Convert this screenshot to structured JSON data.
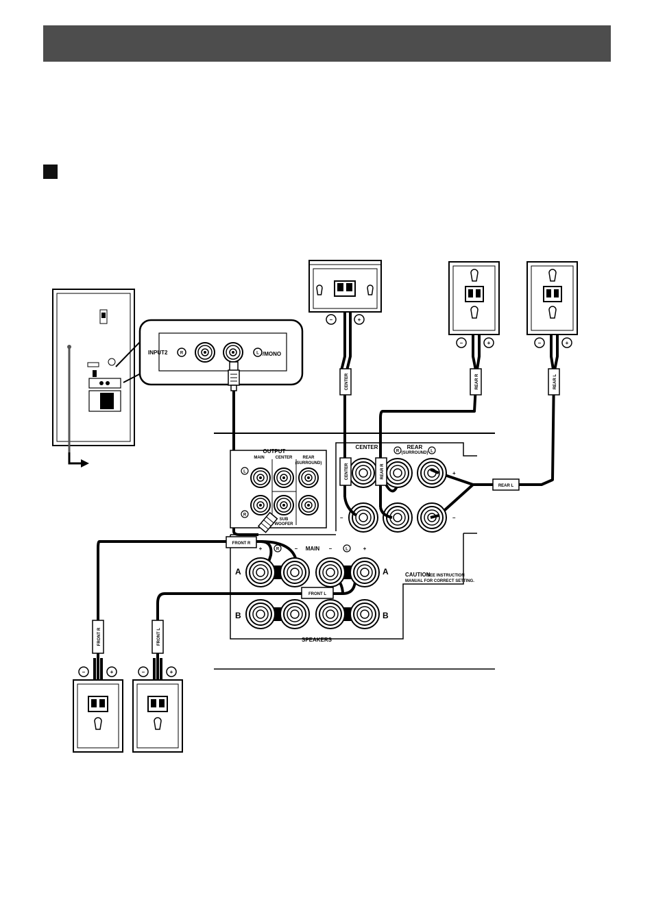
{
  "labels": {
    "input2": "INPUT2",
    "r": "R",
    "l": "L",
    "mono": "/MONO",
    "output": "OUTPUT",
    "main": "MAIN",
    "center": "CENTER",
    "rear": "REAR",
    "surround": "(SURROUND)",
    "sub": "SUB",
    "woofer": "WOOFER",
    "speakers": "SPEAKERS",
    "a": "A",
    "b": "B",
    "plus": "+",
    "minus": "–",
    "caution": "CAUTION",
    "caution_note_1": "SEE INSTRUCTION",
    "caution_note_2": "MANUAL FOR CORRECT SETTING."
  },
  "cable_tags": {
    "center": "CENTER",
    "rear_r": "REAR R",
    "rear_l": "REAR L",
    "front_r": "FRONT R",
    "front_l": "FRONT L"
  },
  "colors": {
    "header_bar": "#4d4d4d",
    "line": "#000000",
    "cable": "#555555"
  }
}
